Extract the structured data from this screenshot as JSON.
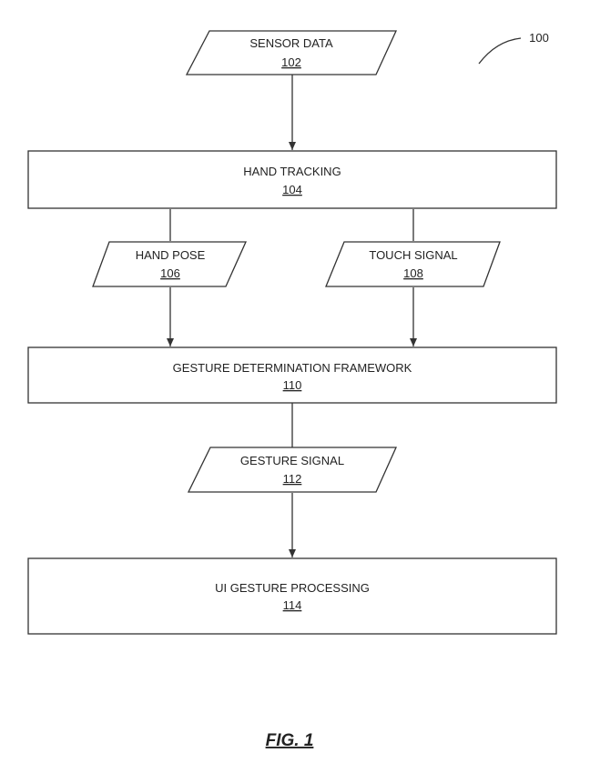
{
  "diagram": {
    "figure_ref": "100",
    "caption": "FIG. 1",
    "nodes": {
      "sensor_data": {
        "label": "SENSOR DATA",
        "ref": "102"
      },
      "hand_tracking": {
        "label": "HAND TRACKING",
        "ref": "104"
      },
      "hand_pose": {
        "label": "HAND POSE",
        "ref": "106"
      },
      "touch_signal": {
        "label": "TOUCH SIGNAL",
        "ref": "108"
      },
      "gesture_framework": {
        "label": "GESTURE DETERMINATION FRAMEWORK",
        "ref": "110"
      },
      "gesture_signal": {
        "label": "GESTURE SIGNAL",
        "ref": "112"
      },
      "ui_processing": {
        "label": "UI GESTURE PROCESSING",
        "ref": "114"
      }
    },
    "edges": [
      {
        "from": "sensor_data",
        "to": "hand_tracking"
      },
      {
        "from": "hand_tracking",
        "to": "hand_pose"
      },
      {
        "from": "hand_tracking",
        "to": "touch_signal"
      },
      {
        "from": "hand_pose",
        "to": "gesture_framework"
      },
      {
        "from": "touch_signal",
        "to": "gesture_framework"
      },
      {
        "from": "gesture_framework",
        "to": "gesture_signal"
      },
      {
        "from": "gesture_signal",
        "to": "ui_processing"
      }
    ]
  }
}
